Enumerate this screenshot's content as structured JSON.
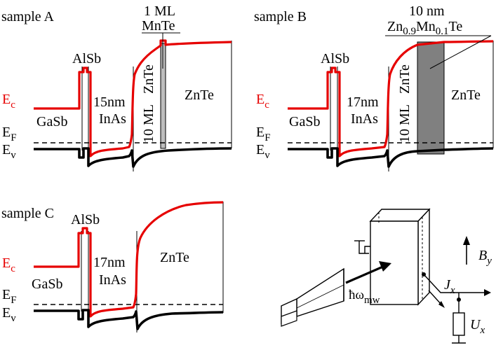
{
  "panels": {
    "a": {
      "title": "sample A",
      "labels": {
        "alsb": "AlSb",
        "gasb": "GaSb",
        "inas_thickness": "15nm",
        "inas": "InAs",
        "znte_vertical": "ZnTe",
        "ml_vertical": "10 ML",
        "mnte_ml": "1 ML",
        "mnte": "MnTe",
        "znte": "ZnTe"
      }
    },
    "b": {
      "title": "sample B",
      "labels": {
        "alsb": "AlSb",
        "gasb": "GaSb",
        "inas_thickness": "17nm",
        "inas": "InAs",
        "znte_vertical": "ZnTe",
        "ml_vertical": "10 ML",
        "layer_thickness": "10 nm",
        "dms_zn": "Zn",
        "dms_zn_sub": "0.9",
        "dms_mn": "Mn",
        "dms_mn_sub": "0.1",
        "dms_te": "Te",
        "znte": "ZnTe"
      }
    },
    "c": {
      "title": "sample C",
      "labels": {
        "alsb": "AlSb",
        "gasb": "GaSb",
        "inas_thickness": "17nm",
        "inas": "InAs",
        "znte": "ZnTe"
      }
    }
  },
  "energy_levels": {
    "ec_main": "E",
    "ec_sub": "c",
    "ef_main": "E",
    "ef_sub": "F",
    "ev_main": "E",
    "ev_sub": "v"
  },
  "setup": {
    "field_main": "B",
    "field_sub": "y",
    "current_main": "J",
    "current_sub": "x",
    "voltage_main": "U",
    "voltage_sub": "x",
    "microwave_main": "ħω",
    "microwave_sub": "mw"
  },
  "colors": {
    "conduction_band": "#e60000",
    "valence_band": "#000000",
    "dms_layer": "#808080"
  }
}
